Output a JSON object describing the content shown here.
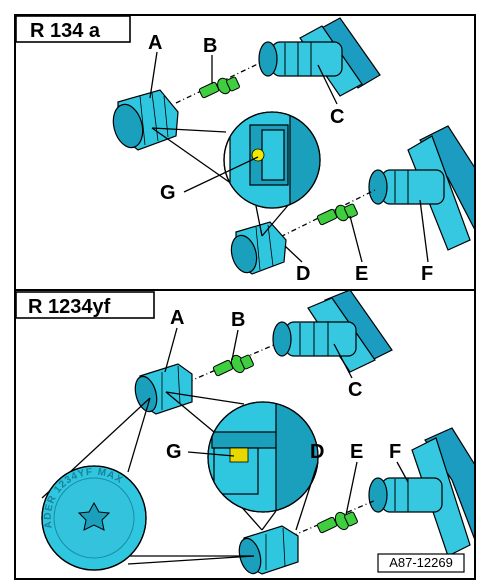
{
  "panels": [
    {
      "refrigerant": "R 134 a",
      "labels": {
        "A": "A",
        "B": "B",
        "C": "C",
        "D": "D",
        "E": "E",
        "F": "F",
        "G": "G"
      }
    },
    {
      "refrigerant": "R 1234yf",
      "labels": {
        "A": "A",
        "B": "B",
        "C": "C",
        "D": "D",
        "E": "E",
        "F": "F",
        "G": "G"
      }
    }
  ],
  "cap_embossing": "ADER 1234YF MAX",
  "figure_reference": "A87-12269",
  "colors": {
    "cap": "#2fc6df",
    "pipe": "#35c8e0",
    "valve": "#3fce3f",
    "marker_g_top": "#f2e900",
    "marker_g_bottom": "#e6d800"
  }
}
